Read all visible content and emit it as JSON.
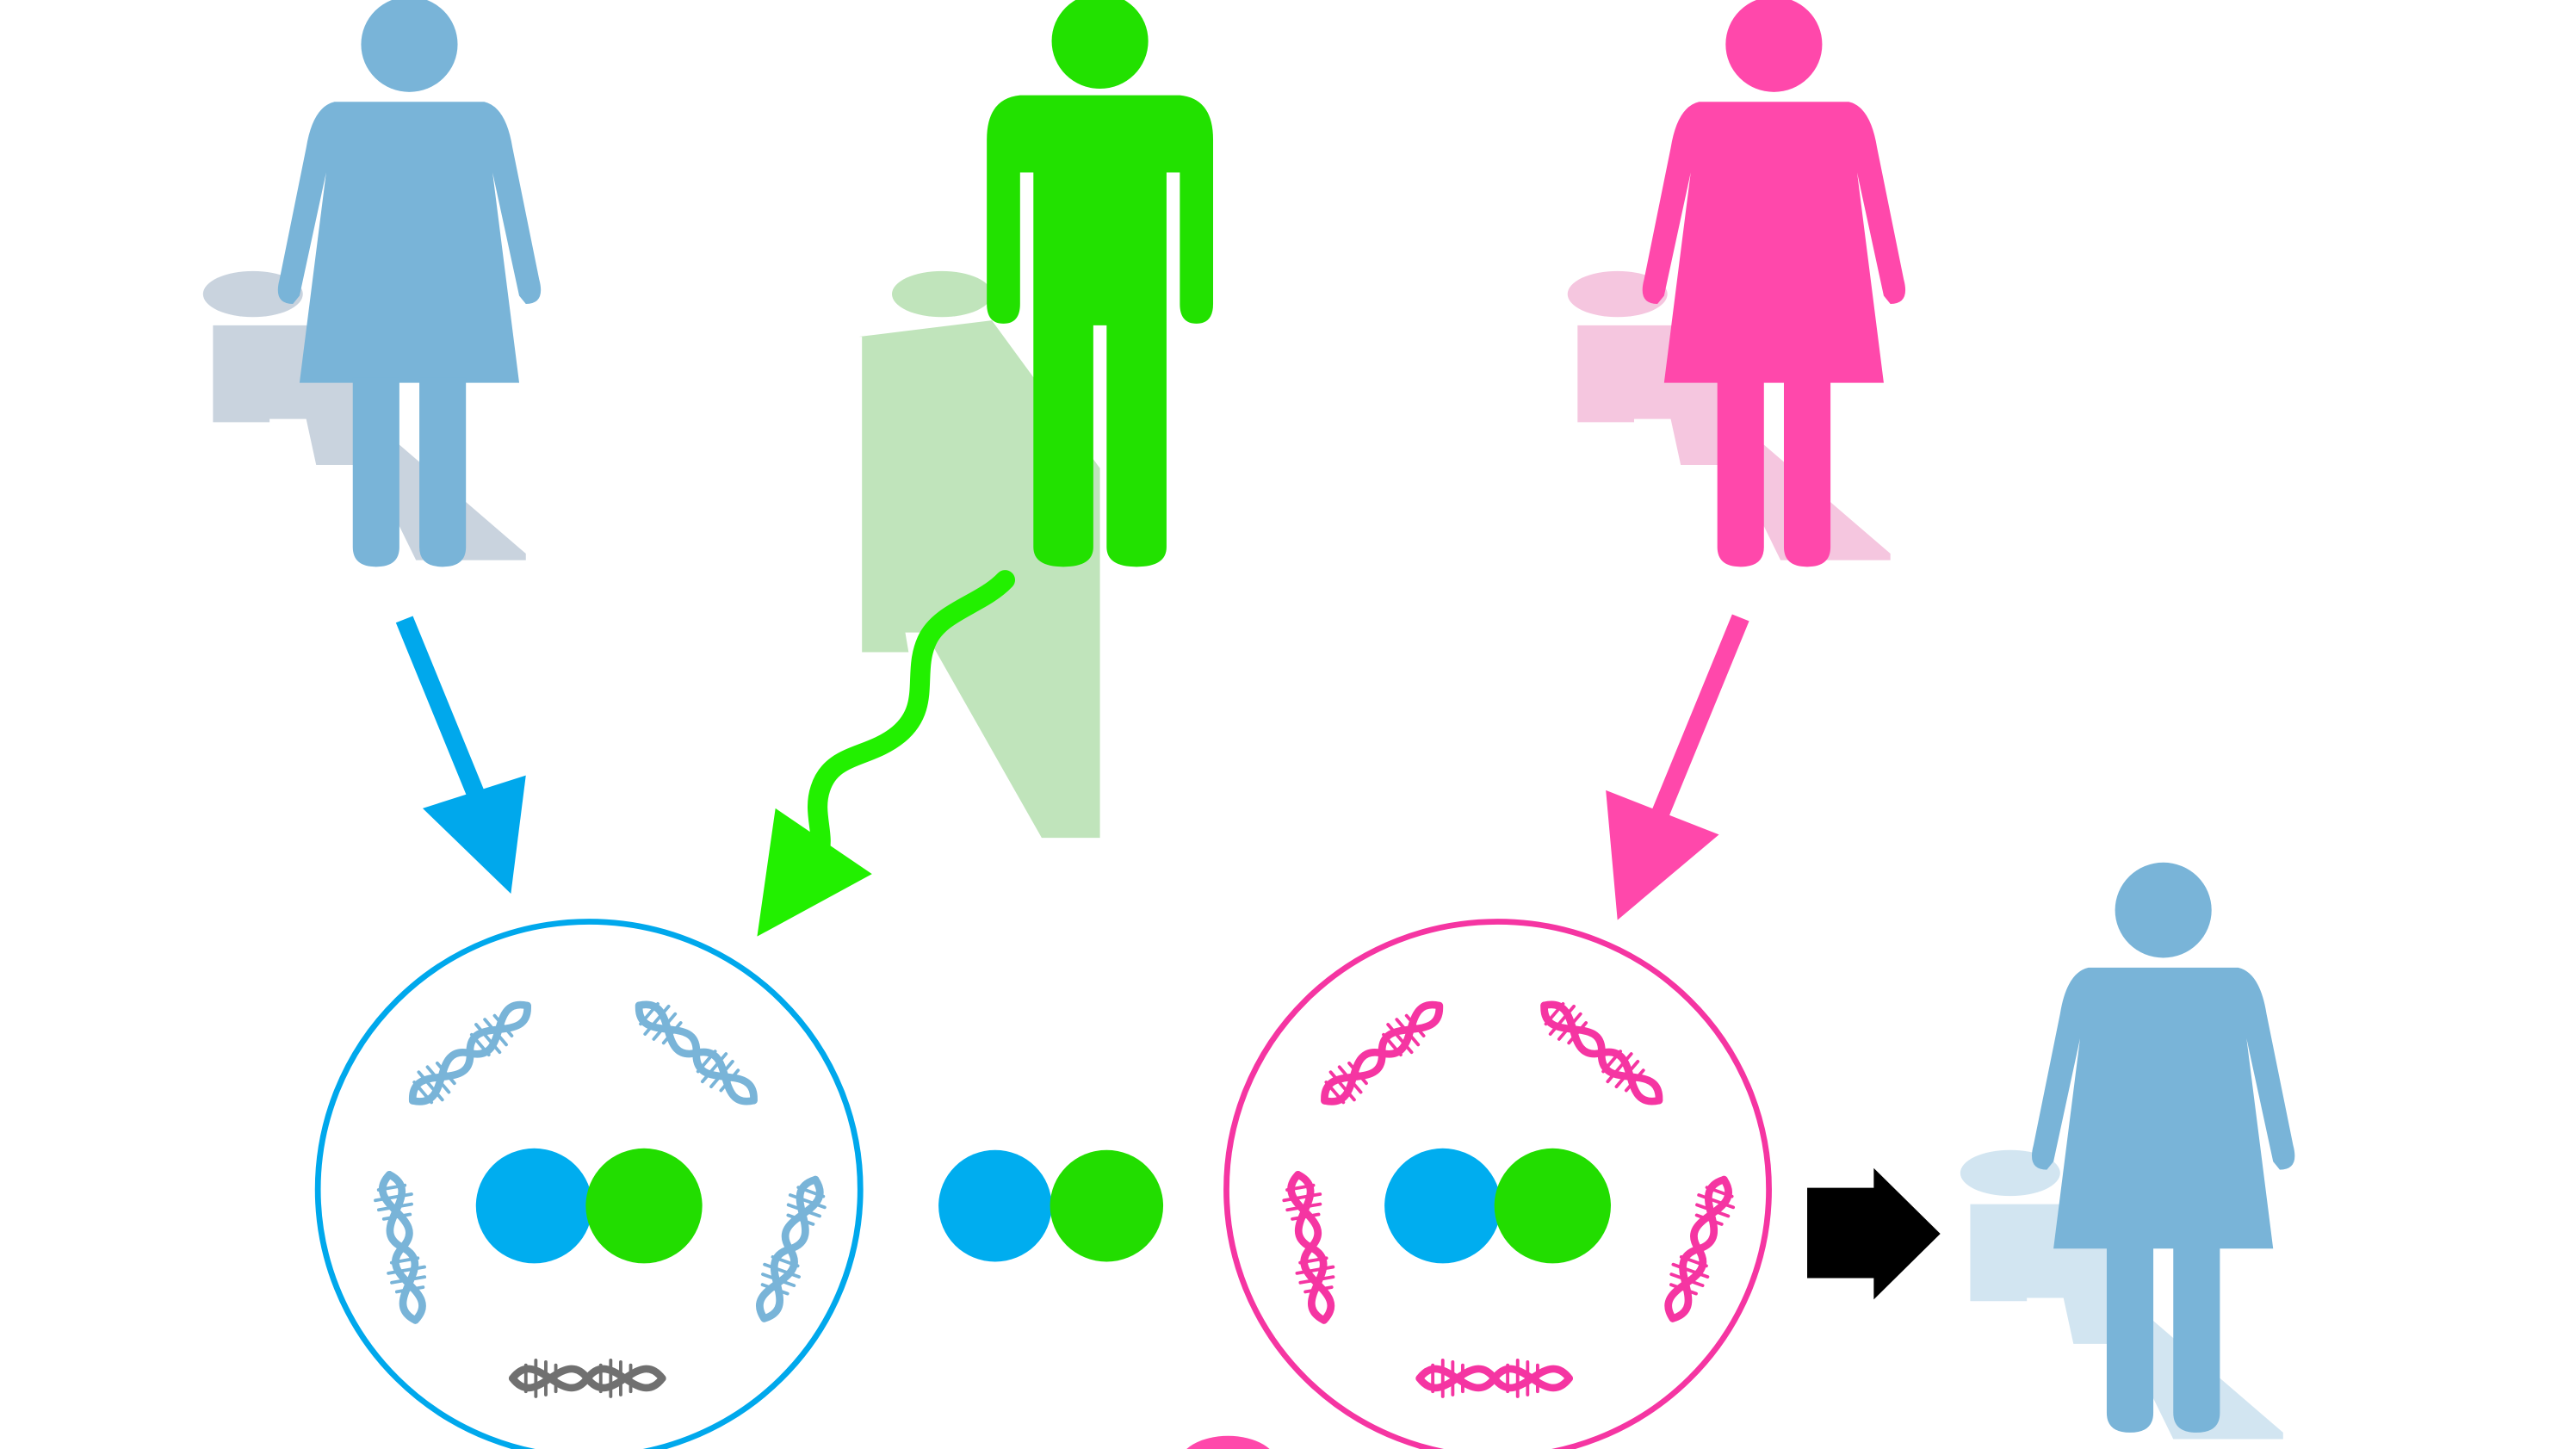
{
  "colors": {
    "mother_blue": "#79B4D8",
    "mother_blue_shadow": "#C9D3DE",
    "father_green": "#22E100",
    "father_green_shadow": "#C0E4BB",
    "surrogate_pink": "#FF48AB",
    "surrogate_pink_shadow": "#F5C6DF",
    "child_blue": "#79B4D8",
    "child_blue_shadow": "#D2E5F1",
    "arrow_blue": "#00A8EC",
    "arrow_green": "#22F000",
    "arrow_pink": "#FF48AB",
    "arrow_black": "#000000",
    "nucleus_blue": "#00ADEF",
    "nucleus_green": "#22DD00",
    "dna_blue": "#79B4D8",
    "dna_pink": "#F535A2",
    "dna_grey": "#707070"
  },
  "figures": [
    {
      "role": "mother",
      "icon": "woman-icon",
      "color_key": "mother_blue"
    },
    {
      "role": "father",
      "icon": "man-icon",
      "color_key": "father_green"
    },
    {
      "role": "surrogate",
      "icon": "woman-icon",
      "color_key": "surrogate_pink"
    },
    {
      "role": "child",
      "icon": "woman-icon",
      "color_key": "child_blue"
    }
  ],
  "cells": [
    {
      "role": "donor-egg-cell",
      "outline_color_key": "arrow_blue",
      "dna_color_key": "dna_blue",
      "extra_dna": "dna_grey"
    },
    {
      "role": "recipient-egg-cell",
      "outline_color_key": "arrow_pink",
      "dna_color_key": "dna_pink"
    }
  ],
  "icons": [
    "woman-icon",
    "man-icon",
    "straight-arrow-icon",
    "wavy-arrow-icon",
    "dna-icon",
    "nucleus-icon",
    "block-arrow-icon"
  ]
}
